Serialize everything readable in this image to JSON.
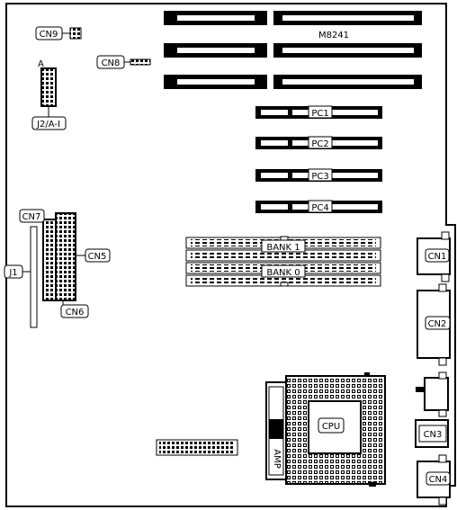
{
  "board": {
    "chipset": "M8241"
  },
  "connectors": {
    "cn9": "CN9",
    "cn8": "CN8",
    "pin_a": "A",
    "j2": "J2/A-I",
    "cn7": "CN7",
    "cn5": "CN5",
    "cn6": "CN6",
    "j1": "J1",
    "cn1": "CN1",
    "cn2": "CN2",
    "cn3": "CN3",
    "cn4": "CN4"
  },
  "pci_slots": [
    "PC1",
    "PC2",
    "PC3",
    "PC4"
  ],
  "memory_banks": [
    "BANK 1",
    "BANK 0"
  ],
  "cpu": {
    "label": "CPU",
    "socket_brand": "AMP"
  }
}
